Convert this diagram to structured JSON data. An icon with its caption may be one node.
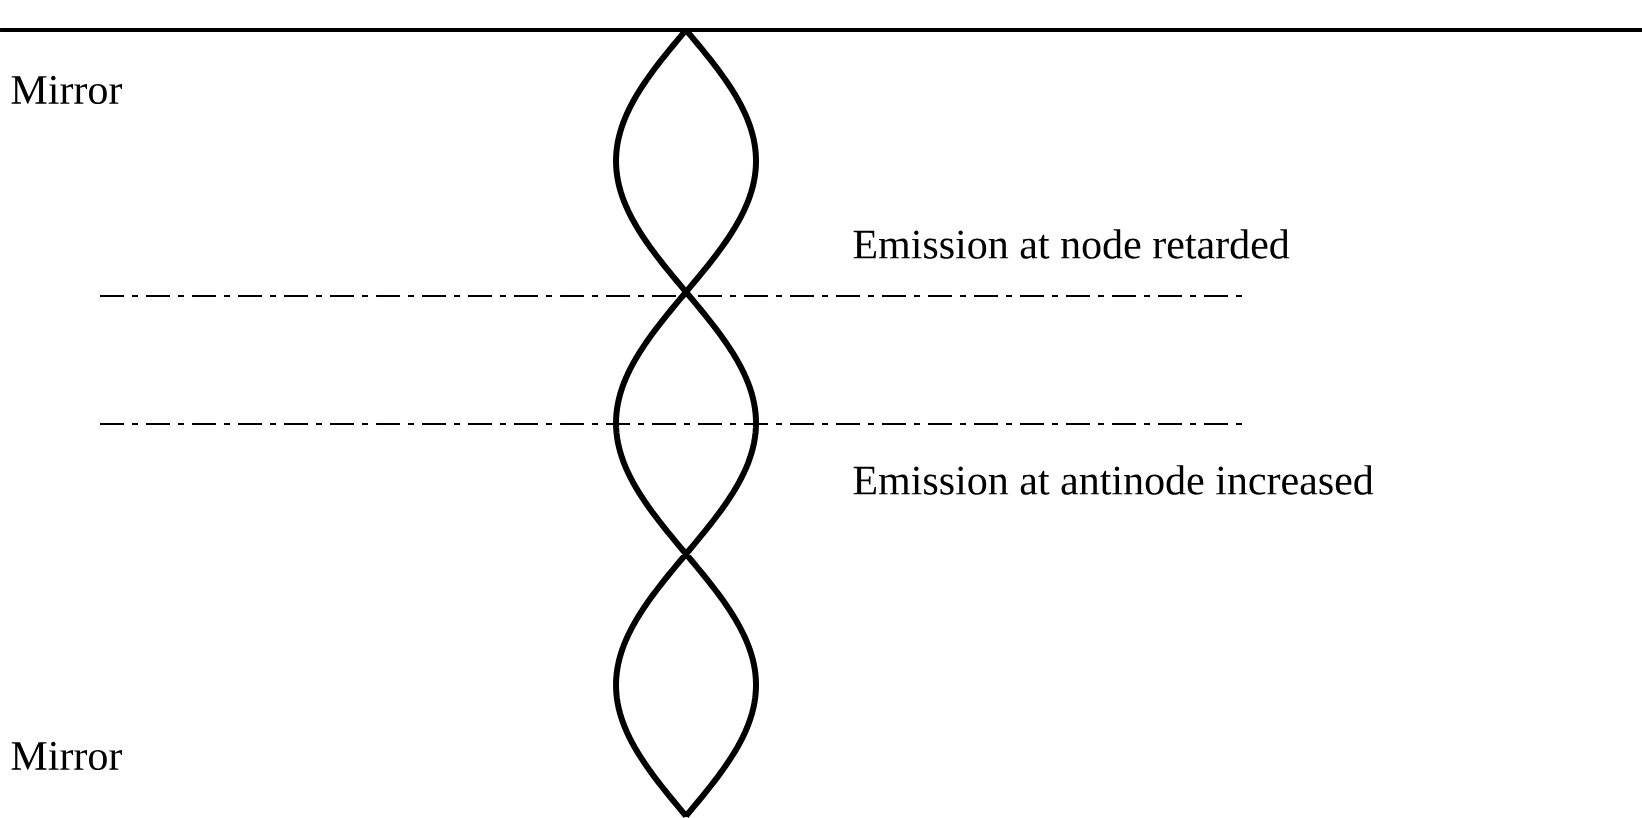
{
  "diagram": {
    "labels": [
      "Mirror",
      "Emission at node retarded",
      "Emission at antinode increased",
      "Mirror"
    ]
  }
}
